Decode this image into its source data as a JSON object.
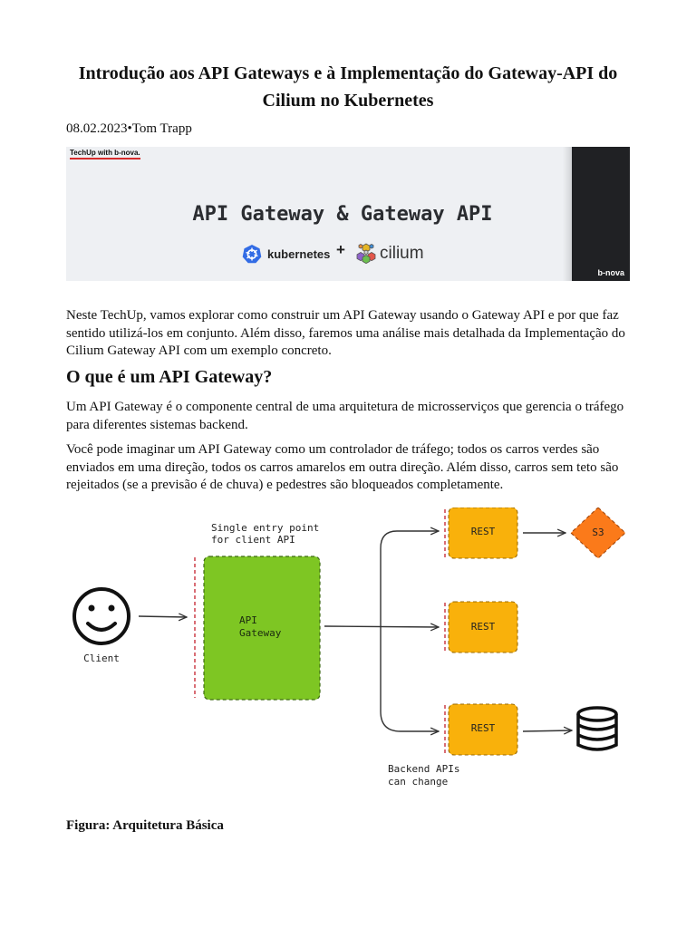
{
  "article": {
    "title": "Introdução aos API Gateways e à Implementação do Gateway-API do Cilium no Kubernetes",
    "date": "08.02.2023",
    "separator": "•",
    "author": "Tom Trapp"
  },
  "banner": {
    "tag": "TechUp with b-nova.",
    "headline": "API Gateway & Gateway API",
    "kubernetes_label": "kubernetes",
    "plus": "+",
    "cilium_label": "cilium",
    "brand": "b-nova",
    "kubernetes_icon": "kubernetes-helm-icon",
    "cilium_icon": "cilium-hexagon-icon"
  },
  "intro": "Neste TechUp, vamos explorar como construir um API Gateway usando o Gateway API e por que faz sentido utilizá-los em conjunto. Além disso, faremos uma análise mais detalhada da Implementação do Cilium Gateway API com um exemplo concreto.",
  "section": {
    "heading": "O que é um API Gateway?",
    "para1": "Um API Gateway é o componente central de uma arquitetura de microsserviços que gerencia o tráfego para diferentes sistemas backend.",
    "para2": "Você pode imaginar um API Gateway como um controlador de tráfego; todos os carros verdes são enviados em uma direção, todos os carros amarelos em outra direção. Além disso, carros sem teto são rejeitados (se a previsão é de chuva) e pedestres são bloqueados completamente."
  },
  "diagram": {
    "client_label": "Client",
    "entry_note_line1": "Single entry point",
    "entry_note_line2": "for client API",
    "gateway_line1": "API",
    "gateway_line2": "Gateway",
    "rest_labels": [
      "REST",
      "REST",
      "REST"
    ],
    "s3_label": "S3",
    "backend_note_line1": "Backend APIs",
    "backend_note_line2": "can change",
    "colors": {
      "gateway": "#7ec623",
      "rest": "#f9b10b",
      "s3": "#fb7a1a",
      "boundary": "#c9303c"
    }
  },
  "figure_caption": "Figura: Arquitetura Básica"
}
